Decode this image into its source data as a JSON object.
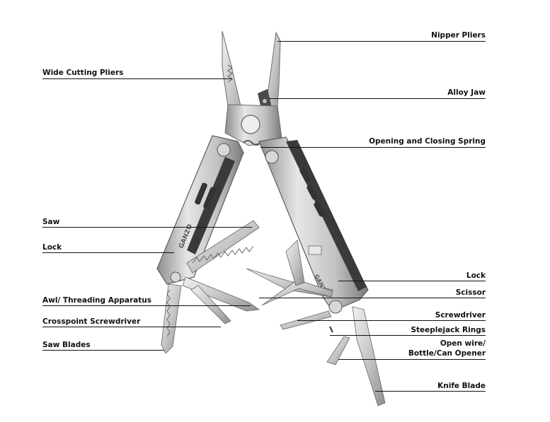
{
  "labels": {
    "wide_cutting_pliers": "Wide Cutting Pliers",
    "saw": "Saw",
    "lock_left": "Lock",
    "awl": "Awl/ Threading Apparatus",
    "crosspoint_screwdriver": "Crosspoint Screwdriver",
    "saw_blades": "Saw Blades",
    "nipper_pliers": "Nipper Pliers",
    "alloy_jaw": "Alloy Jaw",
    "spring": "Opening and Closing Spring",
    "lock_right": "Lock",
    "scissor": "Scissor",
    "screwdriver": "Screwdriver",
    "steeplejack_rings": "Steeplejack Rings",
    "open_wire_line1": "Open wire/",
    "open_wire_line2": "Bottle/Can Opener",
    "knife_blade": "Knife Blade"
  },
  "branding": {
    "logo_left": "GANZO",
    "logo_right": "GANZO"
  },
  "colors": {
    "steel_light": "#e4e4e4",
    "steel_mid": "#b9b9b9",
    "steel_dark": "#7c7c7c",
    "handle_inner": "#3a3a3a",
    "line": "#111111"
  }
}
